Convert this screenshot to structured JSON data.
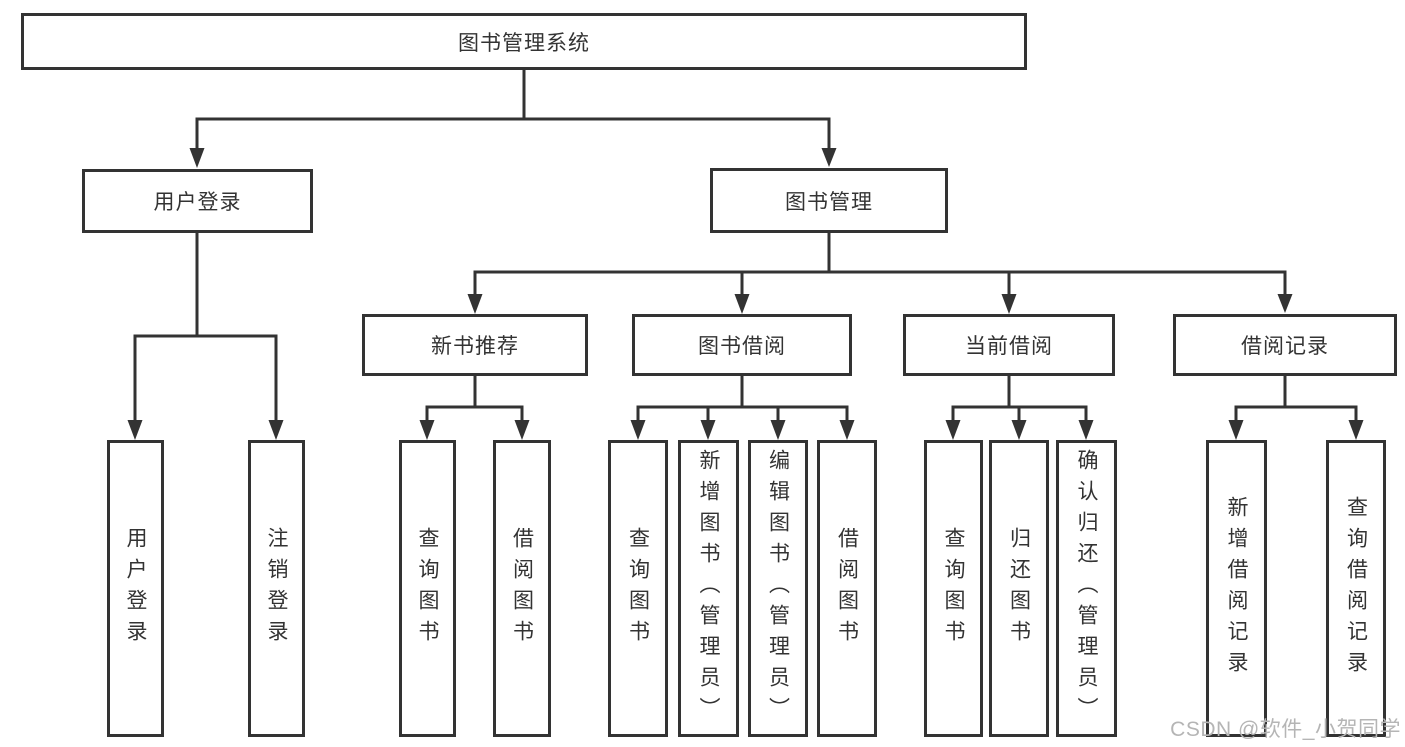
{
  "diagram": {
    "title": "图书管理系统",
    "type": "hierarchy-tree",
    "root": {
      "label": "图书管理系统"
    },
    "level2": [
      {
        "label": "用户登录"
      },
      {
        "label": "图书管理"
      }
    ],
    "level3": [
      {
        "label": "新书推荐",
        "parent": "图书管理"
      },
      {
        "label": "图书借阅",
        "parent": "图书管理"
      },
      {
        "label": "当前借阅",
        "parent": "图书管理"
      },
      {
        "label": "借阅记录",
        "parent": "图书管理"
      }
    ],
    "leaves": [
      {
        "label": "用户登录",
        "parent": "用户登录"
      },
      {
        "label": "注销登录",
        "parent": "用户登录"
      },
      {
        "label": "查询图书",
        "parent": "新书推荐"
      },
      {
        "label": "借阅图书",
        "parent": "新书推荐"
      },
      {
        "label": "查询图书",
        "parent": "图书借阅"
      },
      {
        "label": "新增图书（管理员）",
        "parent": "图书借阅"
      },
      {
        "label": "编辑图书（管理员）",
        "parent": "图书借阅"
      },
      {
        "label": "借阅图书",
        "parent": "图书借阅"
      },
      {
        "label": "查询图书",
        "parent": "当前借阅"
      },
      {
        "label": "归还图书",
        "parent": "当前借阅"
      },
      {
        "label": "确认归还（管理员）",
        "parent": "当前借阅"
      },
      {
        "label": "新增借阅记录",
        "parent": "借阅记录"
      },
      {
        "label": "查询借阅记录",
        "parent": "借阅记录"
      }
    ]
  },
  "watermark": "CSDN @软件_小贺同学",
  "colors": {
    "line": "#333333",
    "text": "#333333",
    "background": "#ffffff",
    "watermark": "#b5b5b5"
  }
}
